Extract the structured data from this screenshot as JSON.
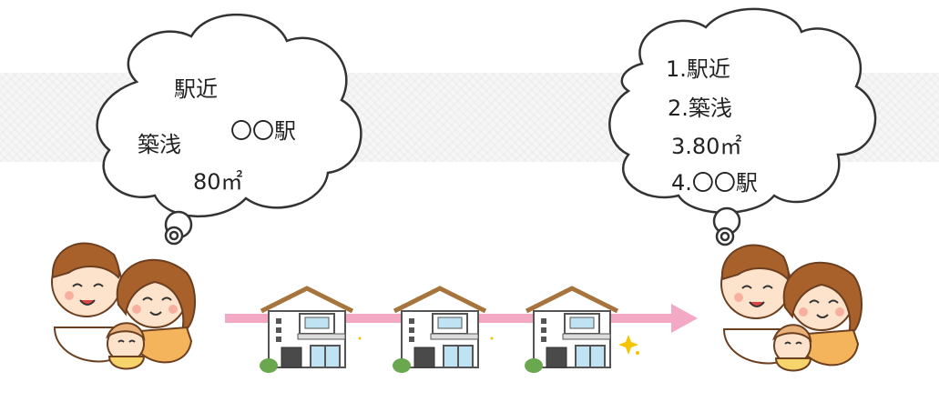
{
  "left_bubble": {
    "words": [
      "駅近",
      "〇〇駅",
      "築浅",
      "80㎡"
    ]
  },
  "right_bubble": {
    "items": [
      "1.駅近",
      "2.築浅",
      "3.80㎡",
      "4.〇〇駅"
    ]
  },
  "colors": {
    "arrow": "#f3a9c3",
    "bubble_stroke": "#333333",
    "roof": "#a8743e",
    "wall": "#ffffff",
    "shrub": "#6aa84f",
    "sparkle": "#f5c400",
    "hair": "#a9612b",
    "skin": "#fde3cc",
    "shirt_orange": "#f4b45b"
  },
  "icons": [
    "thought-bubble-icon",
    "family-icon",
    "house-icon",
    "arrow-right-icon",
    "sparkle-icon"
  ]
}
